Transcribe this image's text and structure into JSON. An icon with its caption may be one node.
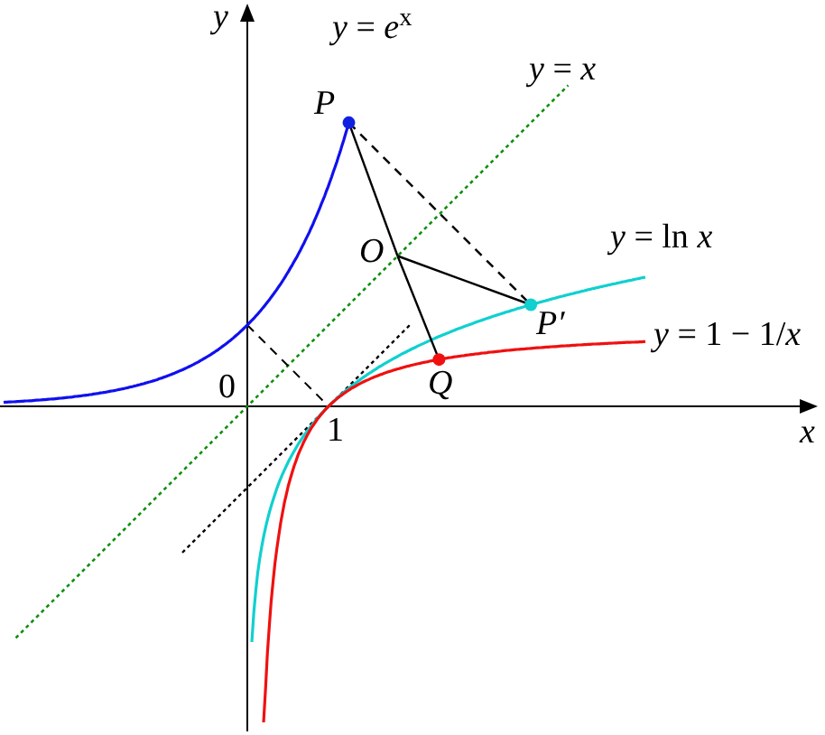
{
  "diagram": {
    "nodes": [
      {
        "text": [
          "P"
        ]
      },
      {
        "text": [
          "O"
        ]
      },
      {
        "text": [
          "P′"
        ]
      },
      {
        "text": [
          "Q"
        ]
      }
    ],
    "edges": [
      {
        "from": 0,
        "to": 1,
        "arrow": "none"
      },
      {
        "from": 1,
        "to": 3,
        "arrow": "none"
      },
      {
        "from": 1,
        "to": 2,
        "arrow": "none"
      },
      {
        "from": 0,
        "to": 2,
        "arrow": "none",
        "style": "dashed"
      }
    ],
    "labels": [
      "*y*",
      "*x*",
      "0",
      "1",
      "*y* = *e*$^{x}$",
      "*y* = *x*",
      "*y* = ln *x*",
      "*y* = 1 − 1/*x*"
    ]
  }
}
